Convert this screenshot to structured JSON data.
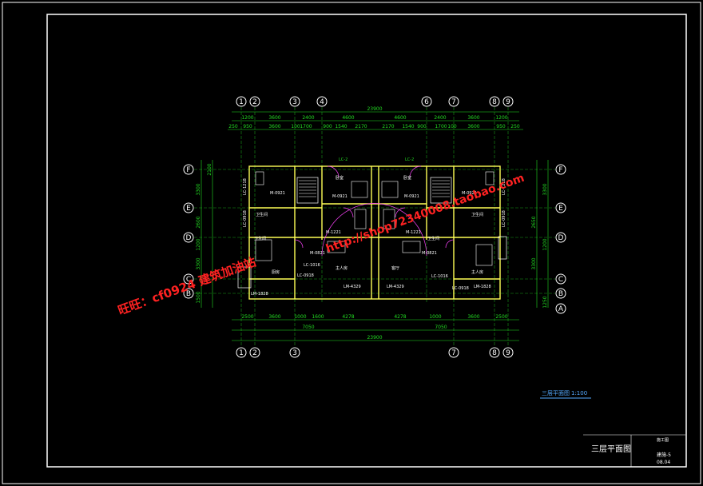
{
  "drawing": {
    "grid_top": [
      "1",
      "2",
      "3",
      "4",
      "6",
      "7",
      "8",
      "9"
    ],
    "grid_bottom": [
      "1",
      "2",
      "3",
      "7",
      "8",
      "9"
    ],
    "grid_left": [
      "F",
      "E",
      "D",
      "C",
      "B"
    ],
    "grid_right": [
      "F",
      "E",
      "D",
      "C",
      "B",
      "A"
    ],
    "dim_total_top": "23900",
    "dim_total_bottom": "23900",
    "dim_top_row1": [
      "1200",
      "3600",
      "2400",
      "4600",
      "4600",
      "2400",
      "3600",
      "1200"
    ],
    "dim_top_row2": [
      "250",
      "950",
      "3600",
      "100",
      "1700",
      "900",
      "1540",
      "2170",
      "2170",
      "1540",
      "900",
      "1700",
      "100",
      "3600",
      "950",
      "250"
    ],
    "dim_bottom_row1": [
      "2500",
      "3600",
      "1000",
      "1600",
      "4278",
      "4278",
      "1000",
      "3600",
      "2500"
    ],
    "dim_bottom_row2": [
      "7050",
      "7050"
    ],
    "dim_left": [
      "2100",
      "3300",
      "2600",
      "1200",
      "3300",
      "1500"
    ],
    "dim_right": [
      "3300",
      "2650",
      "1200",
      "3300",
      "1250"
    ],
    "rooms": [
      "LC-2",
      "LC-2",
      "卧室",
      "卧室",
      "M-0921",
      "M-0921",
      "M-0921",
      "M-0921",
      "LC-1218",
      "LC-1218",
      "卫生间",
      "卫生间",
      "LC-0918",
      "LC-0918",
      "M-0821",
      "M-0821",
      "M-1221",
      "M-1221",
      "卫生间",
      "卫生间",
      "主人房",
      "主人房",
      "LC-0918",
      "LC-1016",
      "LC-1016",
      "LC-0918",
      "LM-1828",
      "LM-4329",
      "LM-4329",
      "LM-1828",
      "厨房",
      "客厅"
    ],
    "watermark_url": "http://shop72340008.taobao.com",
    "watermark_id": "旺旺：cf0924 建筑加油站",
    "plan_title": "三层平面图",
    "plan_scale": "1:100",
    "titleblock_name": "三层平面图",
    "titleblock_sheet": "建施-5",
    "titleblock_label": "施工图",
    "titleblock_date": "08.04"
  },
  "colors": {
    "bg": "#000000",
    "frame": "#ffffff",
    "axis": "#ffffff",
    "dims": "#22dd22",
    "walls": "#ffff55",
    "doors": "#ff44ff",
    "watermark": "#ff2222",
    "title": "#55aaff"
  }
}
